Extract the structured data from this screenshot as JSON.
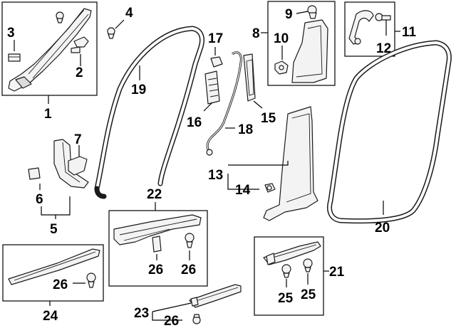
{
  "callouts": {
    "c1": "1",
    "c2": "2",
    "c3": "3",
    "c4": "4",
    "c5": "5",
    "c6": "6",
    "c7": "7",
    "c8": "8",
    "c9": "9",
    "c10": "10",
    "c11": "11",
    "c12": "12",
    "c13": "13",
    "c14": "14",
    "c15": "15",
    "c16": "16",
    "c17": "17",
    "c18": "18",
    "c19": "19",
    "c20": "20",
    "c21": "21",
    "c22": "22",
    "c23": "23",
    "c24": "24",
    "c25a": "25",
    "c25b": "25",
    "c26a": "26",
    "c26b": "26",
    "c26c": "26",
    "c26d": "26"
  },
  "colors": {
    "ink": "#000000",
    "part_fill": "#f3f3f3",
    "background": "#ffffff"
  }
}
